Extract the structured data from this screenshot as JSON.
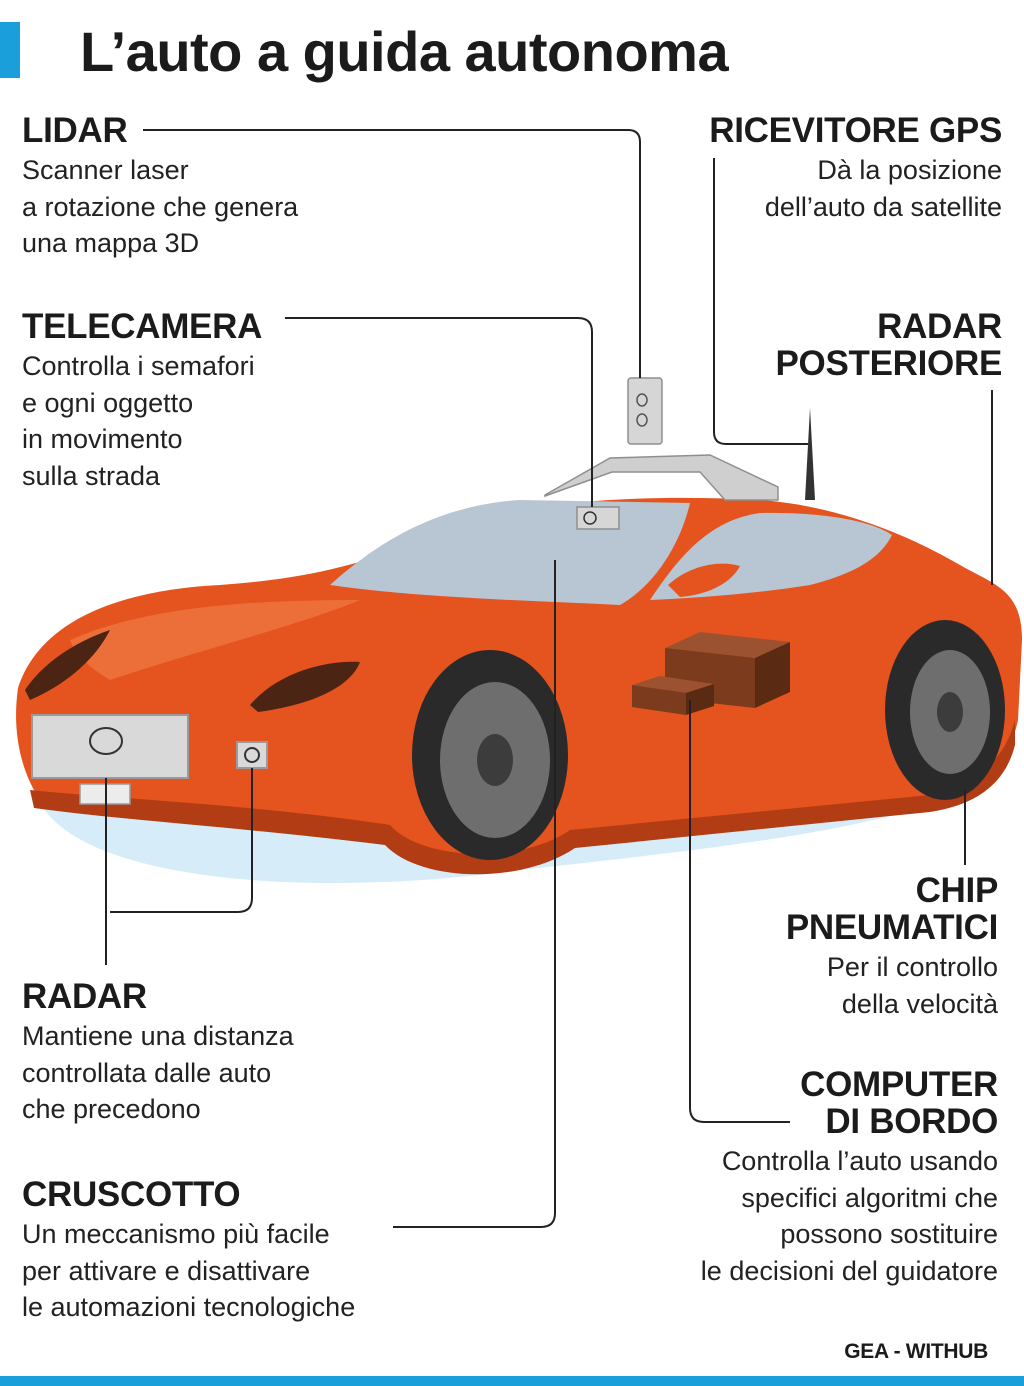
{
  "title": "L’auto a guida autonoma",
  "credit": "GEA - WITHUB",
  "colors": {
    "accent": "#1a9fdb",
    "car_body": "#e5531f",
    "car_shadow": "#b23d14",
    "glass": "#b7c6d2",
    "sensor": "#cfcfcf",
    "computer": "#7b3b1c"
  },
  "labels": {
    "lidar": {
      "heading": "LIDAR",
      "lines": [
        "Scanner laser",
        "a rotazione che genera",
        "una mappa 3D"
      ]
    },
    "gps": {
      "heading": "RICEVITORE GPS",
      "lines": [
        "Dà la posizione",
        "dell’auto da satellite"
      ]
    },
    "telecamera": {
      "heading": "TELECAMERA",
      "lines": [
        "Controlla i semafori",
        "e ogni oggetto",
        "in movimento",
        "sulla strada"
      ]
    },
    "radar_posteriore": {
      "heading_lines": [
        "RADAR",
        "POSTERIORE"
      ]
    },
    "chip": {
      "heading_lines": [
        "CHIP",
        "PNEUMATICI"
      ],
      "lines": [
        "Per il controllo",
        "della velocità"
      ]
    },
    "radar": {
      "heading": "RADAR",
      "lines": [
        "Mantiene una distanza",
        "controllata dalle auto",
        "che precedono"
      ]
    },
    "computer": {
      "heading_lines": [
        "COMPUTER",
        "DI BORDO"
      ],
      "lines": [
        "Controlla l’auto usando",
        "specifici algoritmi che",
        "possono sostituire",
        "le decisioni del guidatore"
      ]
    },
    "cruscotto": {
      "heading": "CRUSCOTTO",
      "lines": [
        "Un meccanismo più facile",
        "per attivare e disattivare",
        "le automazioni tecnologiche"
      ]
    }
  }
}
